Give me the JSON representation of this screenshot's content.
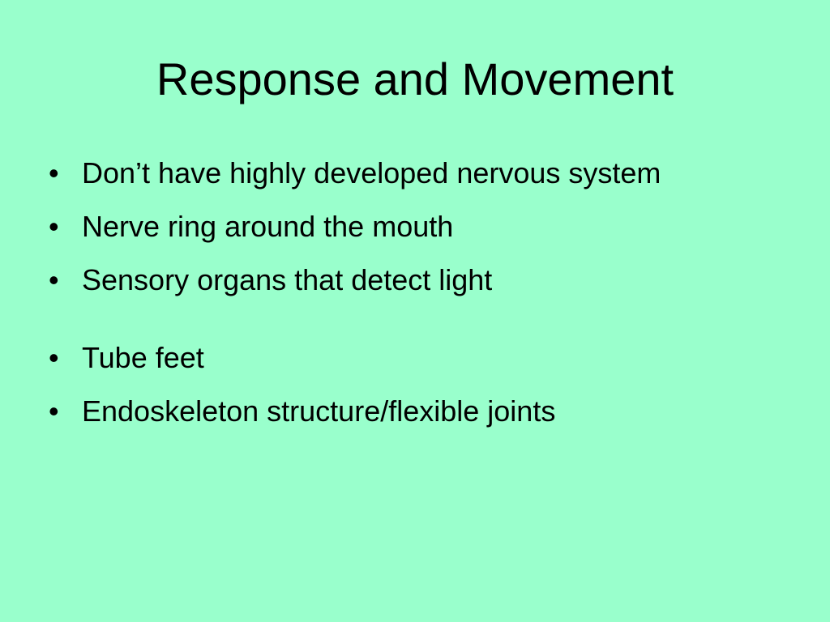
{
  "slide": {
    "title": "Response and Movement",
    "bullet_glyph": "•",
    "bullets": [
      {
        "text": "Don’t have highly developed nervous system"
      },
      {
        "text": "Nerve ring around the mouth"
      },
      {
        "text": "Sensory organs that detect light"
      },
      {
        "text": "Tube feet"
      },
      {
        "text": "Endoskeleton structure/flexible joints"
      }
    ]
  },
  "colors": {
    "background": "#99ffcc",
    "text": "#000000"
  }
}
